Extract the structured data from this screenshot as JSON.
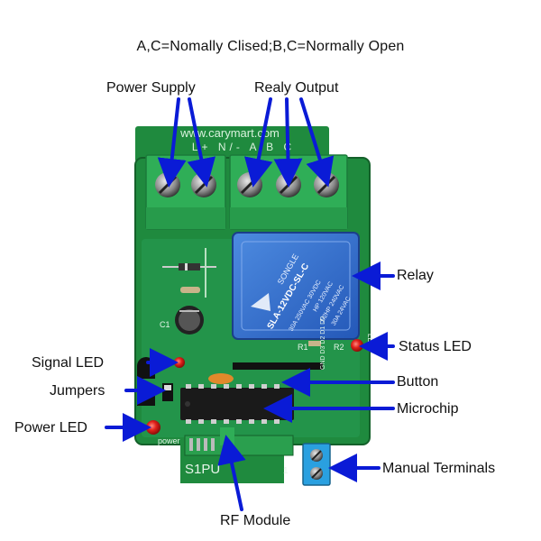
{
  "header": {
    "note": "A,C=Nomally Clised;B,C=Normally Open"
  },
  "board": {
    "website": "www.carymart.com",
    "terminal_marks": "L+ N/- A B C",
    "relay_brand": "SONGLE",
    "relay_model": "SLA-12VDC-SL-C",
    "relay_rating_1": "30A 250VAC 30VDC",
    "relay_rating_2": "HP 120VAC",
    "relay_rating_3": "1/2HP 240VAC",
    "relay_rating_4": "30A 24VAC",
    "silk_c1": "C1",
    "silk_r1": "R1",
    "silk_r2": "R2",
    "silk_led": "LED",
    "silk_gnd": "GND D3 D2 D1 D0",
    "silk_power": "power",
    "silk_s1pu": "S1PU",
    "silk_1": "1"
  },
  "labels": {
    "power_supply": "Power Supply",
    "relay_output": "Realy Output",
    "relay": "Relay",
    "status_led": "Status LED",
    "signal_led": "Signal LED",
    "button": "Button",
    "jumpers": "Jumpers",
    "microchip": "Microchip",
    "power_led": "Power LED",
    "manual_terminals": "Manual Terminals",
    "rf_module": "RF Module"
  },
  "colors": {
    "arrow": "#0a1bd6",
    "pcb": "#1f8a3e",
    "terminal": "#2fae57",
    "relay": "#2f6fd1"
  }
}
